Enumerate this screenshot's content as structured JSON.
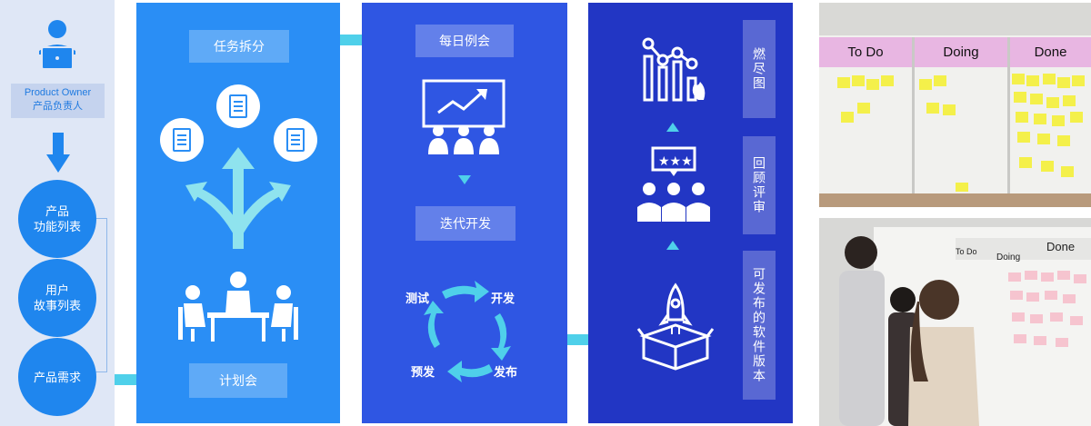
{
  "product_owner": {
    "line1": "Product Owner",
    "line2": "产品负责人"
  },
  "backlog": [
    {
      "text": "产品\n功能列表"
    },
    {
      "text": "用户\n故事列表"
    },
    {
      "text": "产品需求"
    }
  ],
  "planning": {
    "split_label": "任务拆分",
    "meeting_label": "计划会"
  },
  "sprint": {
    "daily_label": "每日例会",
    "iterate_label": "迭代开发",
    "cycle": {
      "test": "测试",
      "develop": "开发",
      "publish": "发布",
      "pre_release": "预发"
    }
  },
  "delivery": {
    "burndown": "燃尽图",
    "review": "回顾评审",
    "release": "可发布的软件版本"
  },
  "board": {
    "todo": "To Do",
    "doing": "Doing",
    "done": "Done"
  },
  "colors": {
    "light_panel": "#dfe7f6",
    "accent": "#1f86ee",
    "panel_plan": "#2a8ef5",
    "panel_sprint": "#2f56e3",
    "panel_delivery": "#2236c4",
    "arrow": "#4fd0ea",
    "sticky": "#f4f04a",
    "sticky_pink": "#f6c4cf",
    "board_header": "#e8b6e2"
  }
}
